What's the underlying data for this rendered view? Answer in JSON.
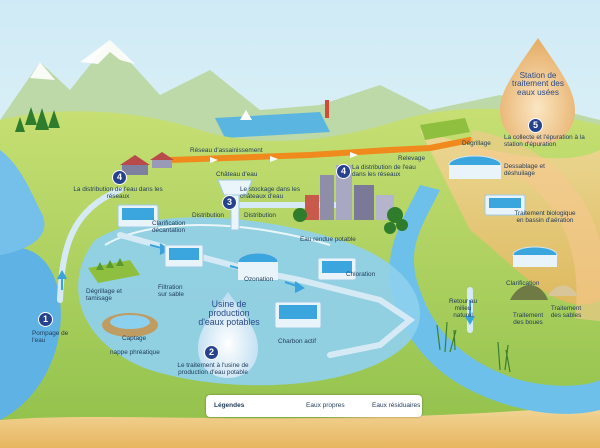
{
  "steps": [
    {
      "number": "1",
      "label": "Pompage de l'eau"
    },
    {
      "number": "2",
      "label": "Le traitement à l'usine de production d'eau potable"
    },
    {
      "number": "3",
      "label": "Le stockage dans les châteaux d'eau"
    },
    {
      "number": "4",
      "label": "La distribution de l'eau dans les réseaux"
    },
    {
      "number": "5",
      "label": "La collecte et l'épuration à la station d'épuration"
    }
  ],
  "plant_title": "Usine de production d'eaux potables",
  "station_title": "Station de traitement des eaux usées",
  "labels": {
    "degrillage_tamisage": "Dégrillage et tamisage",
    "captage": "Captage",
    "nappe": "nappe phréatique",
    "clarification_decantation": "Clarification décantation",
    "filtration": "Filtration sur sable",
    "ozonation": "Ozonation",
    "chloration": "Chloration",
    "charbon": "Charbon actif",
    "distribution": "Distribution",
    "chateau": "Château d'eau",
    "eau_rendue": "Eau rendue potable",
    "reseau_assainissement": "Réseau d'assainissement",
    "relevage": "Relevage",
    "degrillage": "Dégrillage",
    "dessablage": "Dessablage et déshuilage",
    "biologique": "Traitement biologique en bassin d'aération",
    "clarification": "Clarification",
    "traitement_sables": "Traitement des sables",
    "traitement_boues": "Traitement des boues",
    "retour": "Retour au milieu naturel"
  },
  "legend": {
    "title": "Légendes",
    "clean": "Eaux propres",
    "waste": "Eaux résiduaires"
  },
  "colors": {
    "clean_water": "#38a3dc",
    "waste_water": "#f08a1c",
    "badge": "#26428f"
  }
}
